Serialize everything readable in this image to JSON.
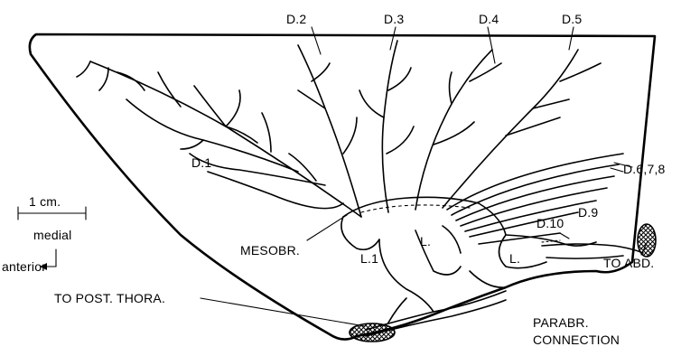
{
  "labels": {
    "d2": "D.2",
    "d3": "D.3",
    "d4": "D.4",
    "d5": "D.5",
    "d1": "D.1",
    "d678": "D.6,7,8",
    "d9": "D.9",
    "d10": "D.10",
    "mesobr": "MESOBR.",
    "l1": "L.1",
    "l_a": "L.",
    "l_b": "L.",
    "to_abd": "TO ABD.",
    "to_post_thora": "TO POST. THORA.",
    "parabr_1": "PARABR.",
    "parabr_2": "CONNECTION"
  },
  "scale": {
    "label": "1 cm."
  },
  "orientation": {
    "medial": "medial",
    "anterior": "anterior"
  }
}
